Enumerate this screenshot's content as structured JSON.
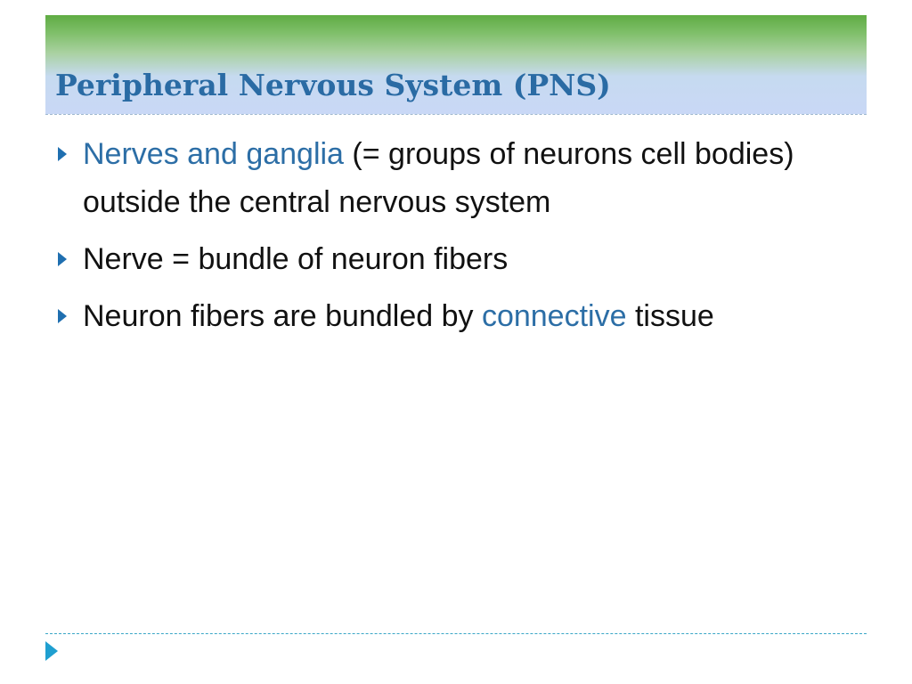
{
  "slide": {
    "title": "Peripheral Nervous System (PNS)",
    "bullets": [
      {
        "parts": [
          {
            "text": "Nerves and ganglia",
            "accent": true
          },
          {
            "text": " (= groups of neurons cell bodies) outside the central nervous system",
            "accent": false
          }
        ]
      },
      {
        "parts": [
          {
            "text": "Nerve = bundle of neuron fibers",
            "accent": false
          }
        ]
      },
      {
        "parts": [
          {
            "text": "Neuron fibers are bundled by ",
            "accent": false
          },
          {
            "text": "connective",
            "accent": true
          },
          {
            "text": " tissue",
            "accent": false
          }
        ]
      }
    ]
  },
  "colors": {
    "title": "#2a6ba4",
    "accent_text": "#2c6ea6",
    "body_text": "#111111",
    "bullet_marker": "#1f6fb0",
    "band_top": "#5fac43",
    "band_bottom": "#c9d8f6",
    "footer_rule": "#3aa6c6"
  },
  "icons": {
    "bullet": "triangle-right-icon",
    "footer": "play-arrow-icon"
  }
}
